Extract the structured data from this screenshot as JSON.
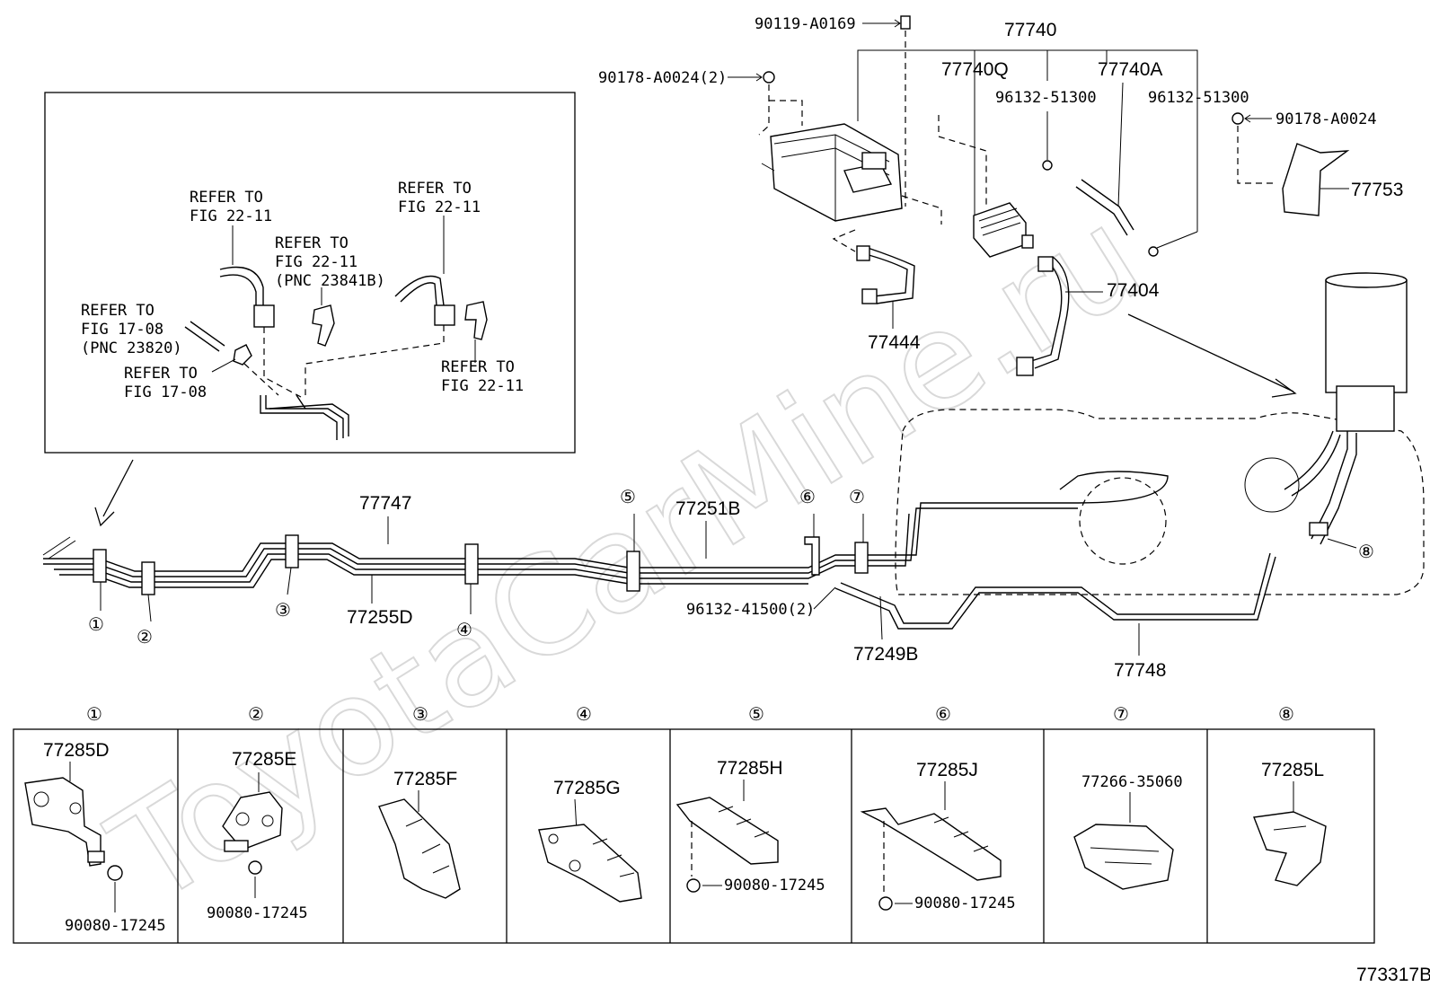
{
  "watermark": "ToyotaCarMine.ru",
  "figure_id": "773317B",
  "inset": {
    "refs": [
      {
        "id": "ref-a",
        "lines": [
          "REFER TO",
          "FIG 22-11"
        ]
      },
      {
        "id": "ref-b",
        "lines": [
          "REFER TO",
          "FIG 22-11",
          "(PNC 23841B)"
        ]
      },
      {
        "id": "ref-c",
        "lines": [
          "REFER TO",
          "FIG 22-11"
        ]
      },
      {
        "id": "ref-d",
        "lines": [
          "REFER TO",
          "FIG 17-08",
          "(PNC 23820)"
        ]
      },
      {
        "id": "ref-e",
        "lines": [
          "REFER TO",
          "FIG 17-08"
        ]
      },
      {
        "id": "ref-f",
        "lines": [
          "REFER TO",
          "FIG 22-11"
        ]
      }
    ]
  },
  "parts": {
    "p90119": "90119-A0169",
    "p77740": "77740",
    "p90178a": "90178-A0024(2)",
    "p77740q": "77740Q",
    "p96132a": "96132-51300",
    "p77740a": "77740A",
    "p96132b": "96132-51300",
    "p90178b": "90178-A0024",
    "p77753": "77753",
    "p77404": "77404",
    "p77444": "77444",
    "p77747": "77747",
    "p77251b": "77251B",
    "p77255d": "77255D",
    "p96132c": "96132-41500(2)",
    "p77249b": "77249B",
    "p77748": "77748"
  },
  "callouts": [
    "①",
    "②",
    "③",
    "④",
    "⑤",
    "⑥",
    "⑦",
    "⑧"
  ],
  "table": [
    {
      "num": "①",
      "part": "77285D",
      "bolt": "90080-17245"
    },
    {
      "num": "②",
      "part": "77285E",
      "bolt": "90080-17245"
    },
    {
      "num": "③",
      "part": "77285F",
      "bolt": ""
    },
    {
      "num": "④",
      "part": "77285G",
      "bolt": ""
    },
    {
      "num": "⑤",
      "part": "77285H",
      "bolt": "90080-17245"
    },
    {
      "num": "⑥",
      "part": "77285J",
      "bolt": "90080-17245"
    },
    {
      "num": "⑦",
      "part": "77266-35060",
      "bolt": ""
    },
    {
      "num": "⑧",
      "part": "77285L",
      "bolt": ""
    }
  ]
}
